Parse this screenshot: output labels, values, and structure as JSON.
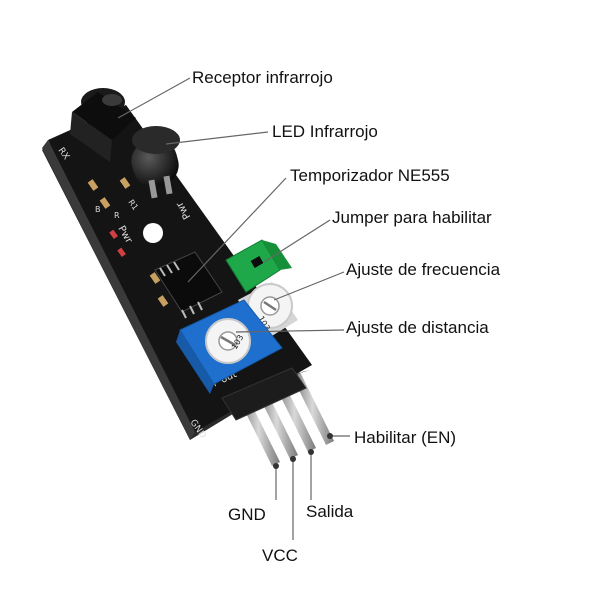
{
  "labels": {
    "receptor": "Receptor infrarrojo",
    "led": "LED Infrarrojo",
    "temporizador": "Temporizador NE555",
    "jumper": "Jumper para habilitar",
    "frecuencia": "Ajuste de frecuencia",
    "distancia": "Ajuste de distancia",
    "habilitar": "Habilitar (EN)",
    "gnd": "GND",
    "vcc": "VCC",
    "salida": "Salida"
  },
  "board_text": {
    "pwr": "Pwr",
    "pwr_rot": "Pwr",
    "rx": "RX",
    "r1": "R1",
    "b": "B",
    "r": "R",
    "pot_code_1": "103",
    "pot_code_2": "103",
    "out": "+ out",
    "gnd_pin": "GND"
  },
  "colors": {
    "board": "#141414",
    "potentiometer_blue": "#1f6fcf",
    "potentiometer_white": "#f4f4f4",
    "jumper": "#1fa84a",
    "pins": "#9b9b9b",
    "leader_line": "#666666"
  }
}
